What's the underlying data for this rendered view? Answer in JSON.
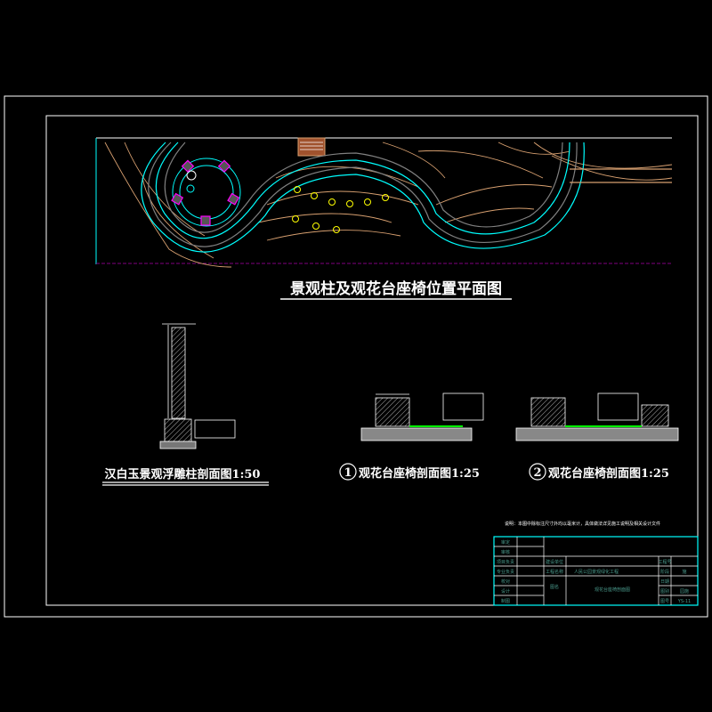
{
  "drawing": {
    "plan_title": "景观柱及观花台座椅位置平面图",
    "section_column_title": "汉白玉景观浮雕柱剖面图1:50",
    "section_1_number": "1",
    "section_1_title": "观花台座椅剖面图1:25",
    "section_2_number": "2",
    "section_2_title": "观花台座椅剖面图1:25",
    "note": "说明：本图中除标注尺寸外均以毫米计，具体做法详见施工说明及相关设计文件",
    "colors": {
      "frame": "#ffffff",
      "cyan": "#00ffff",
      "tan": "#d8a070",
      "magenta": "#ff00ff",
      "yellow": "#ffff00",
      "green": "#00ff00",
      "grey": "#808080"
    }
  },
  "title_block": {
    "row_labels": [
      "审定",
      "审核",
      "项目负责",
      "专业负责",
      "校对",
      "设计",
      "制图"
    ],
    "project_label": "建设单位",
    "project_name_label": "工程名称",
    "project_name": "人民公园景观绿化工程",
    "drawing_label": "图名",
    "drawing_name": "观花台座椅剖面图",
    "right_labels": [
      "工程号",
      "阶段",
      "日期",
      "图别",
      "图号"
    ],
    "stage": "施",
    "category": "园施",
    "sheet_no": "YS-11"
  }
}
